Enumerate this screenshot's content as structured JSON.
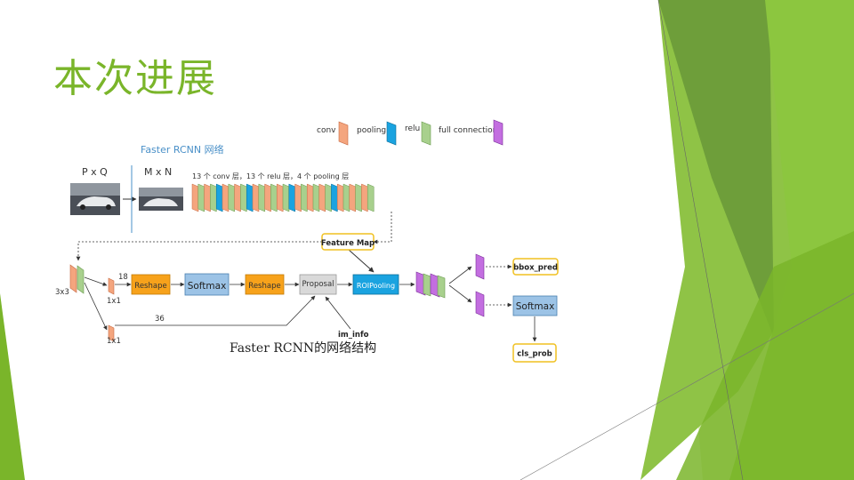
{
  "slide": {
    "title": "本次进展"
  },
  "legend": {
    "conv": "conv",
    "pooling": "pooling",
    "relu": "relu",
    "fc": "full connection"
  },
  "header": {
    "network_title": "Faster RCNN 网络",
    "input_size": "P x Q",
    "resized_size": "M x N",
    "layers_desc": "13 个 conv 层，13 个 relu 层，4 个 pooling 层"
  },
  "nodes": {
    "feature_map": "Feature Map",
    "reshape1": "Reshape",
    "softmax1": "Softmax",
    "reshape2": "Reshape",
    "proposal": "Proposal",
    "roipooling": "ROIPooling",
    "bbox_pred": "bbox_pred",
    "softmax2": "Softmax",
    "cls_prob": "cls_prob",
    "im_info": "im_info"
  },
  "labels": {
    "k3x3": "3x3",
    "k1x1_top": "1x1",
    "k1x1_bottom": "1x1",
    "ch18": "18",
    "ch36": "36"
  },
  "caption": "Faster RCNN的网络结构",
  "colors": {
    "accent": "#7ab52a",
    "conv": "#f4a57e",
    "pooling": "#1aa3e0",
    "relu": "#a8d08d",
    "fc": "#c36ee0",
    "yellow": "#f0c020",
    "orange_box": "#f7a21b",
    "blue_box": "#9cc3e6"
  }
}
